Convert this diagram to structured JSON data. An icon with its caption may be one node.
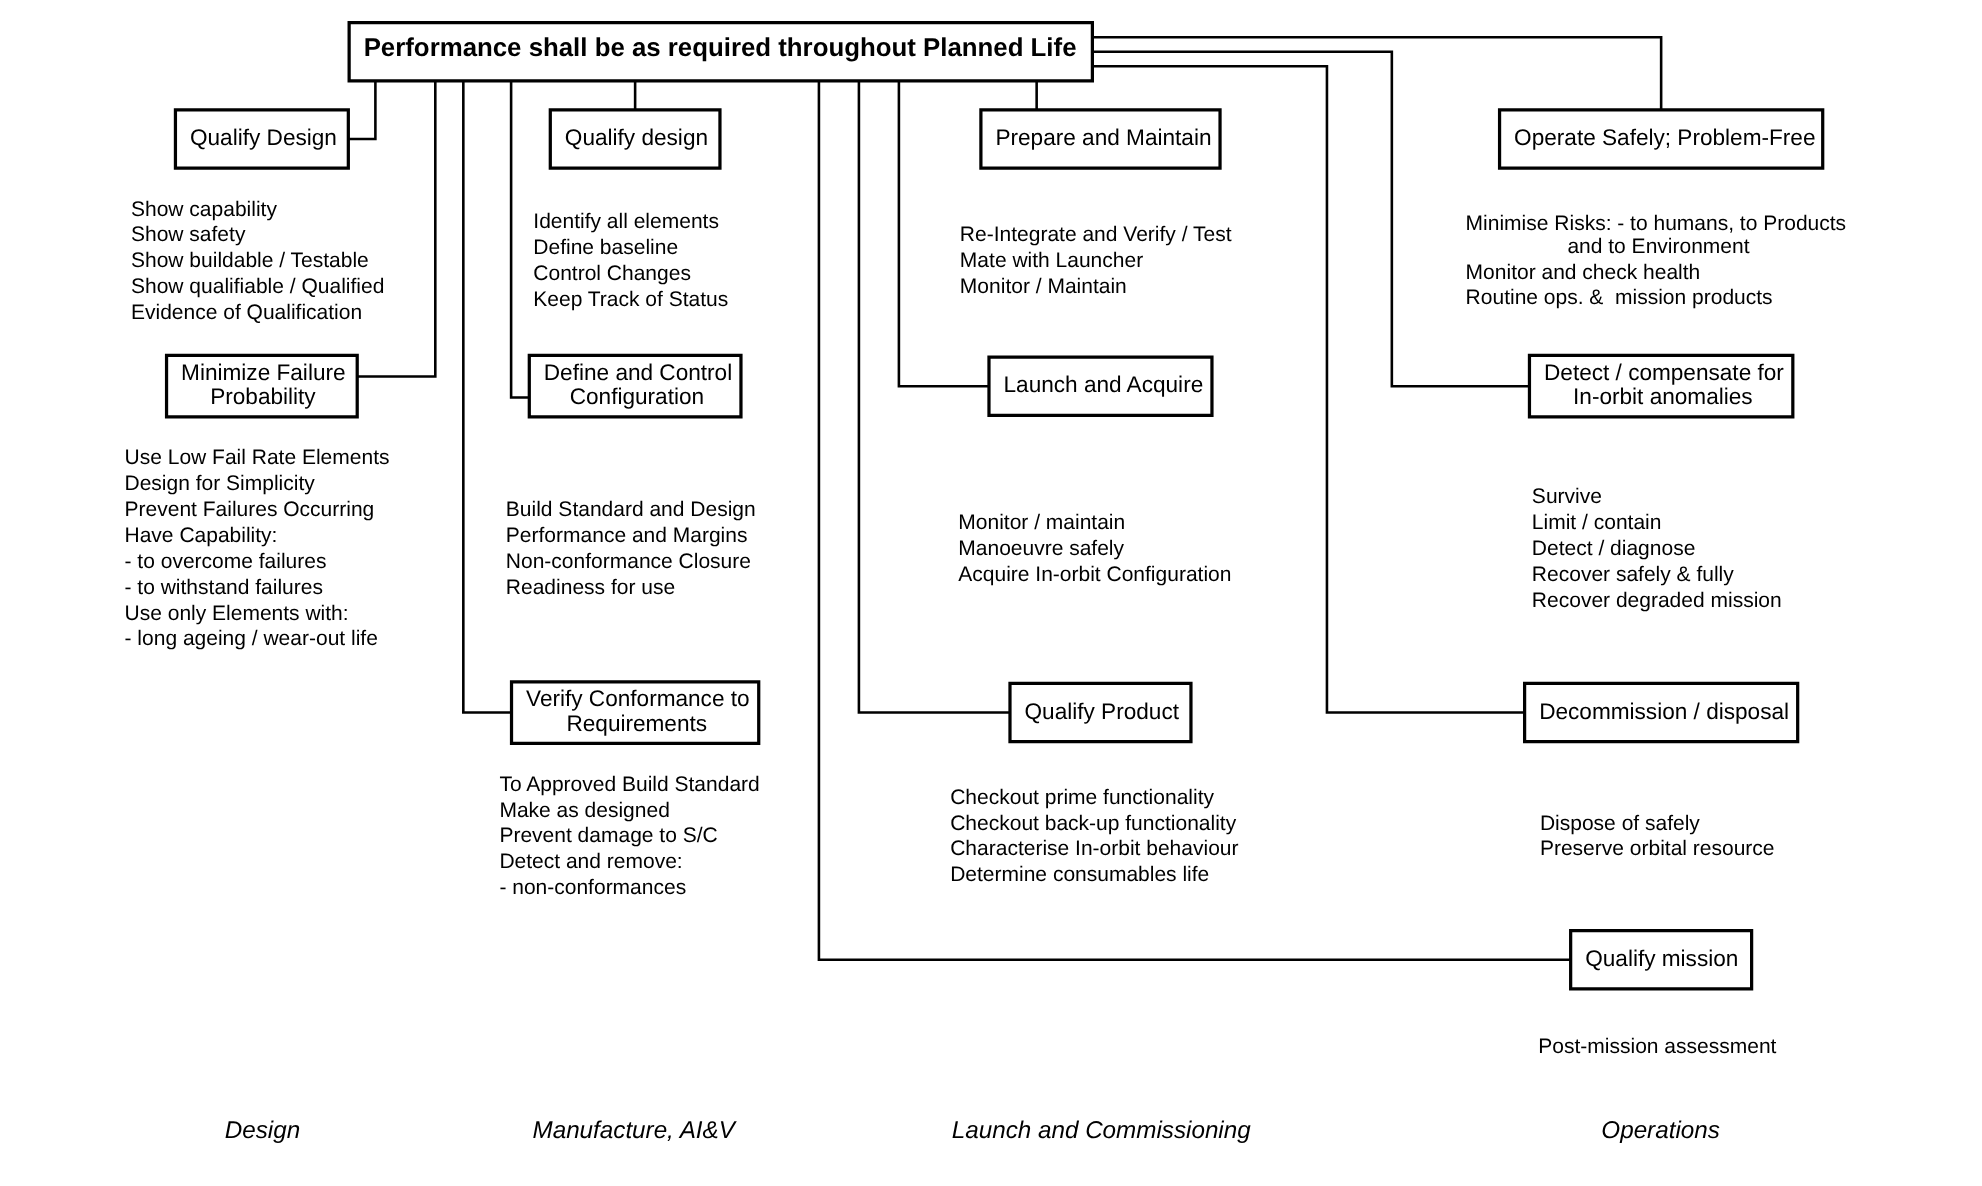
{
  "diagram": {
    "nodes": [
      {
        "text": [
          "Performance shall be as required throughout Planned Life"
        ]
      },
      {
        "text": [
          "Qualify Design"
        ],
        "beside": [
          "Show capability",
          "Show safety",
          "Show buildable / Testable",
          "Show qualifiable / Qualified",
          "Evidence of Qualification"
        ]
      },
      {
        "text": [
          "Minimize Failure Probability"
        ],
        "beside": [
          "Use Low Fail Rate Elements",
          "Design for Simplicity",
          "Prevent Failures Occurring",
          "Have Capability:",
          "- to overcome failures",
          "- to withstand failures",
          "Use only Elements with:",
          "- long ageing / wear-out life"
        ]
      },
      {
        "text": [
          "Qualify design"
        ],
        "beside": [
          "Identify all elements",
          "Define baseline",
          "Control Changes",
          "Keep Track of Status"
        ]
      },
      {
        "text": [
          "Define and Control Configuration"
        ],
        "beside": [
          "Build Standard and Design",
          "Performance and Margins",
          "Non-conformance Closure",
          "Readiness for use"
        ]
      },
      {
        "text": [
          "Verify Conformance to Requirements"
        ],
        "beside": [
          "To Approved Build Standard",
          "Make as designed",
          "Prevent damage to S/C",
          "Detect and remove:",
          "- non-conformances"
        ]
      },
      {
        "text": [
          "Prepare and Maintain"
        ],
        "beside": [
          "Re-Integrate and Verify / Test",
          "Mate with Launcher",
          "Monitor / Maintain"
        ]
      },
      {
        "text": [
          "Launch and Acquire"
        ],
        "beside": [
          "Monitor / maintain",
          "Manoeuvre safely",
          "Acquire In-orbit Configuration"
        ]
      },
      {
        "text": [
          "Qualify Product"
        ],
        "beside": [
          "Checkout prime functionality",
          "Checkout back-up functionality",
          "Characterise In-orbit behaviour",
          "Determine consumables life"
        ]
      },
      {
        "text": [
          "Operate Safely; Problem-Free"
        ],
        "beside": [
          "Minimise Risks: - to humans, to Products and to Environment",
          "Monitor and check health",
          "Routine ops. &  mission products"
        ]
      },
      {
        "text": [
          "Detect / compensate for In-orbit anomalies"
        ],
        "beside": [
          "Survive",
          "Limit / contain",
          "Detect / diagnose",
          "Recover safely & fully",
          "Recover degraded mission"
        ]
      },
      {
        "text": [
          "Decommission / disposal"
        ],
        "beside": [
          "Dispose of safely",
          "Preserve orbital resource"
        ]
      },
      {
        "text": [
          "Qualify mission"
        ],
        "beside": [
          "Post-mission assessment"
        ]
      }
    ],
    "edges": [
      {
        "from": 0,
        "to": 1,
        "arrow": "none"
      },
      {
        "from": 0,
        "to": 2,
        "arrow": "none"
      },
      {
        "from": 0,
        "to": 3,
        "arrow": "none"
      },
      {
        "from": 0,
        "to": 4,
        "arrow": "none"
      },
      {
        "from": 0,
        "to": 5,
        "arrow": "none"
      },
      {
        "from": 0,
        "to": 6,
        "arrow": "none"
      },
      {
        "from": 0,
        "to": 7,
        "arrow": "none"
      },
      {
        "from": 0,
        "to": 8,
        "arrow": "none"
      },
      {
        "from": 0,
        "to": 9,
        "arrow": "none"
      },
      {
        "from": 0,
        "to": 10,
        "arrow": "none"
      },
      {
        "from": 0,
        "to": 11,
        "arrow": "none"
      },
      {
        "from": 0,
        "to": 12,
        "arrow": "none"
      }
    ],
    "labels": [
      "Design",
      "Manufacture, AI&V",
      "Launch and Commissioning",
      "Operations"
    ]
  }
}
